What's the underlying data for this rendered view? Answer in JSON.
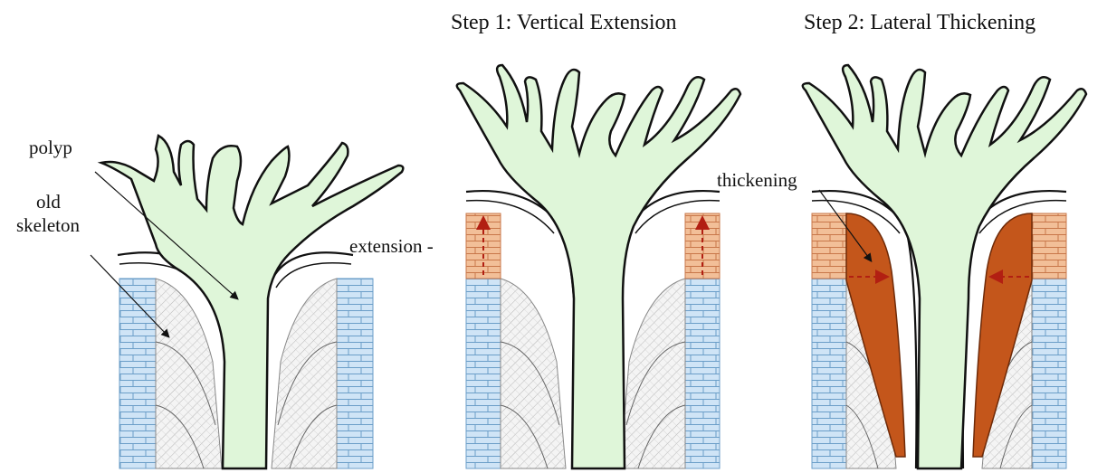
{
  "figure": {
    "titles": {
      "step1": "Step 1: Vertical Extension",
      "step2": "Step 2: Lateral Thickening"
    },
    "labels": {
      "polyp": "polyp",
      "old_skeleton_line1": "old",
      "old_skeleton_line2": "skeleton",
      "extension": "extension -",
      "thickening": "thickening"
    },
    "colors": {
      "polyp": "#dff6d9",
      "old_skeleton_wall": "#cfe4f6",
      "brick_lines": "#6b9ec8",
      "new_growth": "#f2bf98",
      "thickening": "#c4561b",
      "arrow": "#b21f12",
      "hatch": "#bdbdbd"
    }
  }
}
